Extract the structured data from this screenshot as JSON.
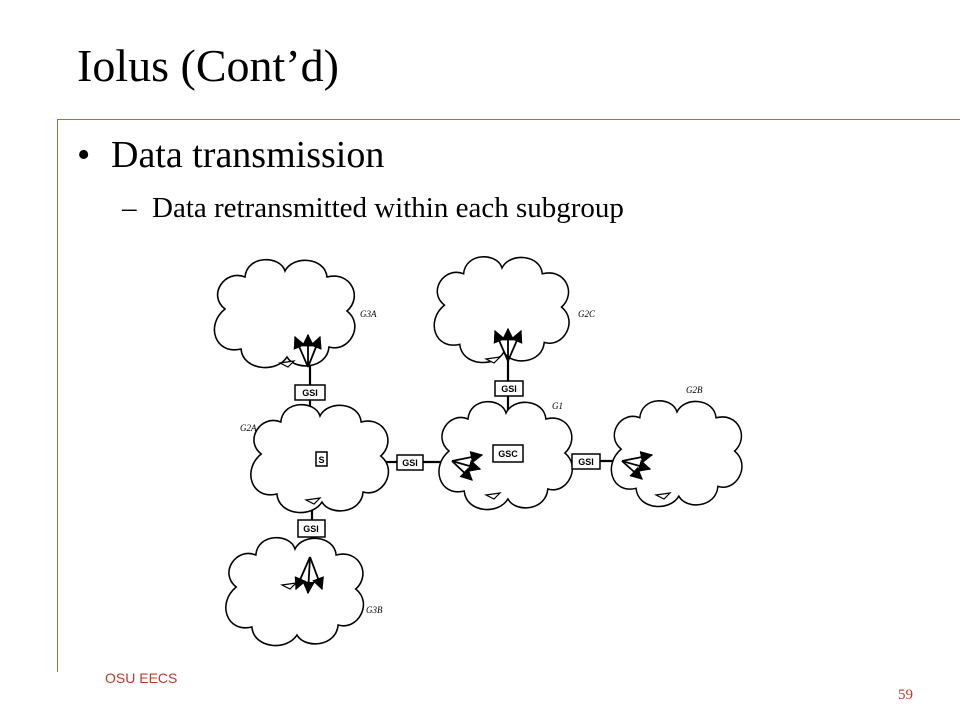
{
  "slide": {
    "title": "Iolus (Cont’d)",
    "bullet": "Data transmission",
    "bullet_marker": "•",
    "subbullet": "Data retransmitted within each subgroup",
    "subbullet_marker": "–",
    "footer_left": "OSU EECS",
    "page_number": "59"
  },
  "diagram": {
    "groups": {
      "g3a": "G3A",
      "g2c": "G2C",
      "g2a": "G2A",
      "g1": "G1",
      "g2b": "G2B",
      "g3b": "G3B"
    },
    "boxes": {
      "gsi_top_left": "GSI",
      "gsi_top_center": "GSI",
      "gsi_mid_left": "GSI",
      "gsc": "GSC",
      "gsi_right": "GSI",
      "gsi_bottom": "GSI",
      "source": "S"
    }
  },
  "colors": {
    "frame": "#b06b45",
    "footer": "#c0392b"
  }
}
